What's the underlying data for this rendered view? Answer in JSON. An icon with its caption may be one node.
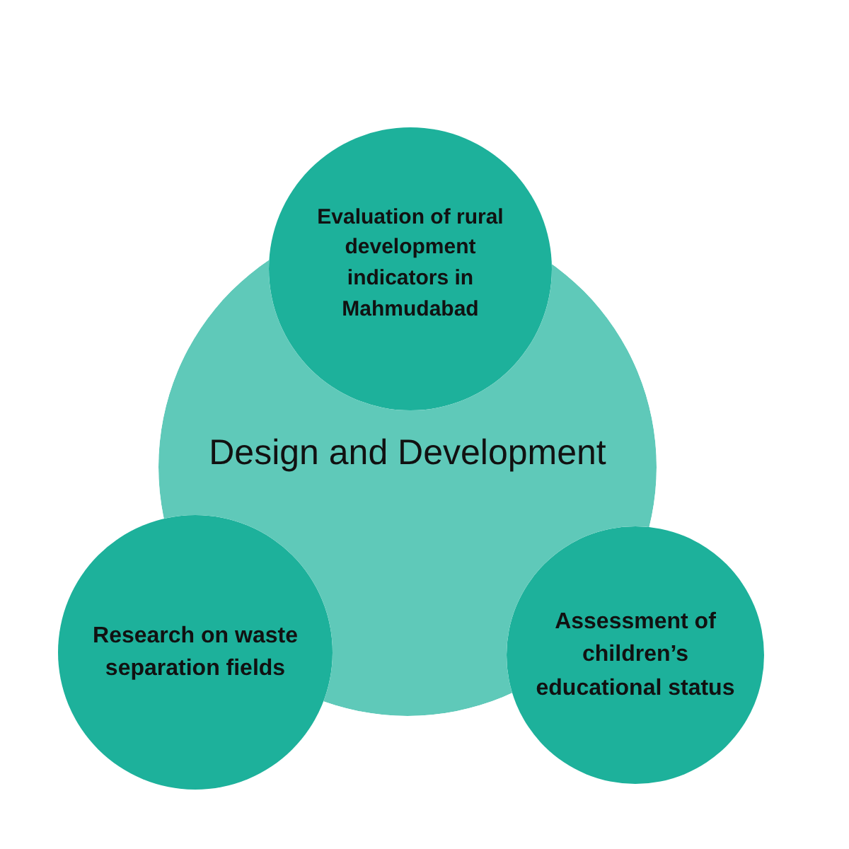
{
  "diagram": {
    "nodes": [
      {
        "text": [
          "Design and Development"
        ]
      },
      {
        "text": [
          "Evaluation of rural development indicators in Mahmudabad"
        ]
      },
      {
        "text": [
          "Research on waste separation fields"
        ]
      },
      {
        "text": [
          "Assessment of children’s educational status"
        ]
      }
    ]
  }
}
